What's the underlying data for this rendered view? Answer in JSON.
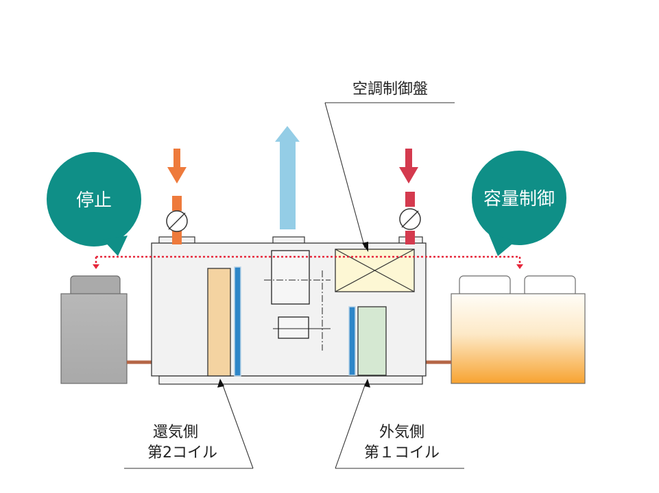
{
  "labels": {
    "panel": "空調制御盤",
    "return_coil_line1": "還気側",
    "return_coil_line2": "第2コイル",
    "outside_coil_line1": "外気側",
    "outside_coil_line2": "第１コイル"
  },
  "bubbles": {
    "left": "停止",
    "right": "容量制御"
  },
  "colors": {
    "teal": "#0f8f87",
    "orange_arrow": "#ee7a3c",
    "red_arrow": "#d43a4e",
    "blue_arrow": "#94cde6",
    "pipe": "#b56646",
    "signal": "#e6283c",
    "coil2": "#f4d3a1",
    "coil1": "#d5e8d2",
    "coil_blue": "#2e86c8",
    "panel_fill": "#fdf7d4",
    "unit_fill": "#f2f2f2",
    "left_unit": "#b2b2b2",
    "right_unit_top": "#fffbf2",
    "right_unit_bottom": "#f7a331"
  }
}
